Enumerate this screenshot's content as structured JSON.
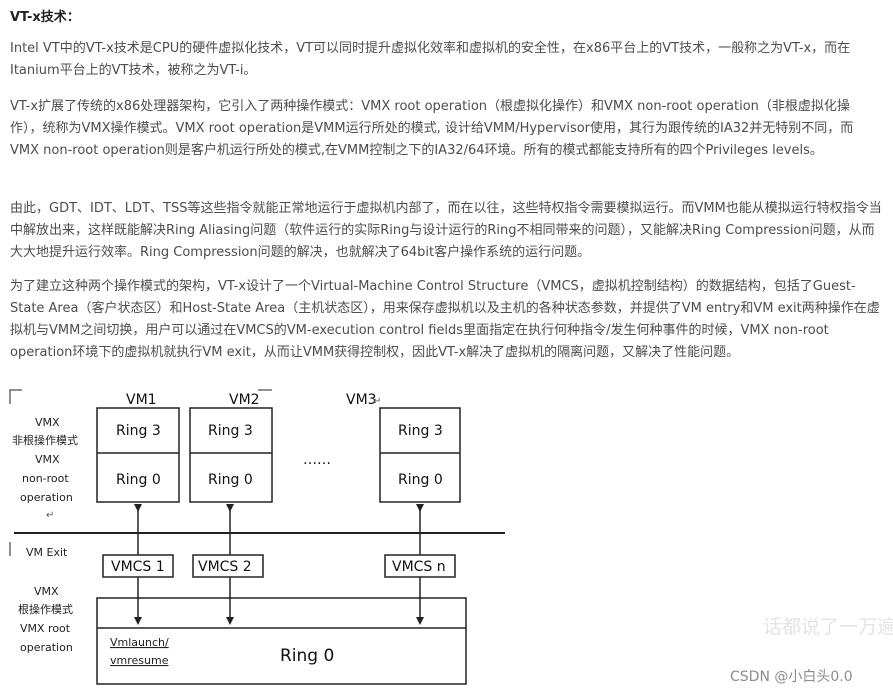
{
  "heading": "VT-x技术：",
  "paragraphs": [
    "Intel VT中的VT-x技术是CPU的硬件虚拟化技术，VT可以同时提升虚拟化效率和虚拟机的安全性，在x86平台上的VT技术，一般称之为VT-x，而在Itanium平台上的VT技术，被称之为VT-i。",
    "VT-x扩展了传统的x86处理器架构，它引入了两种操作模式：VMX root operation（根虚拟化操作）和VMX non-root operation（非根虚拟化操作），统称为VMX操作模式。VMX root operation是VMM运行所处的模式, 设计给VMM/Hypervisor使用，其行为跟传统的IA32并无特别不同，而VMX non-root operation则是客户机运行所处的模式,在VMM控制之下的IA32/64环境。所有的模式都能支持所有的四个Privileges levels。",
    "由此，GDT、IDT、LDT、TSS等这些指令就能正常地运行于虚拟机内部了，而在以往，这些特权指令需要模拟运行。而VMM也能从模拟运行特权指令当中解放出来，这样既能解决Ring Aliasing问题（软件运行的实际Ring与设计运行的Ring不相同带来的问题），又能解决Ring Compression问题，从而大大地提升运行效率。Ring Compression问题的解决，也就解决了64bit客户操作系统的运行问题。",
    " 为了建立这种两个操作模式的架构，VT-x设计了一个Virtual-Machine Control Structure（VMCS，虚拟机控制结构）的数据结构，包括了Guest-State Area（客户状态区）和Host-State Area（主机状态区），用来保存虚拟机以及主机的各种状态参数，并提供了VM entry和VM exit两种操作在虚拟机与VMM之间切换，用户可以通过在VMCS的VM-execution control fields里面指定在执行何种指令/发生何种事件的时候，VMX non-root operation环境下的虚拟机就执行VM exit，从而让VMM获得控制权，因此VT-x解决了虚拟机的隔离问题，又解决了性能问题。"
  ],
  "diagram": {
    "vm_labels": [
      "VM1",
      "VM2",
      "VM3"
    ],
    "ring3": "Ring 3",
    "ring0": "Ring 0",
    "ellipsis": "……",
    "para_mark": "↵",
    "left_labels": {
      "nonroot_en_1": "VMX",
      "nonroot_cn": "非根操作模式",
      "nonroot_en_2": "VMX",
      "nonroot_en_3": "non-root",
      "nonroot_en_4": "operation",
      "vm_exit": "VM Exit",
      "root_en_1": "VMX",
      "root_cn": "根操作模式",
      "root_en_2": "VMX root",
      "root_en_3": "operation"
    },
    "vmcs": [
      "VMCS 1",
      "VMCS 2",
      "VMCS n"
    ],
    "vmlaunch_1": "Vmlaunch/",
    "vmlaunch_2": "vmresume",
    "host_ring": "Ring 0"
  },
  "watermark": {
    "faded": "话都说了一万遍",
    "credit": "CSDN @小白头0.0"
  }
}
